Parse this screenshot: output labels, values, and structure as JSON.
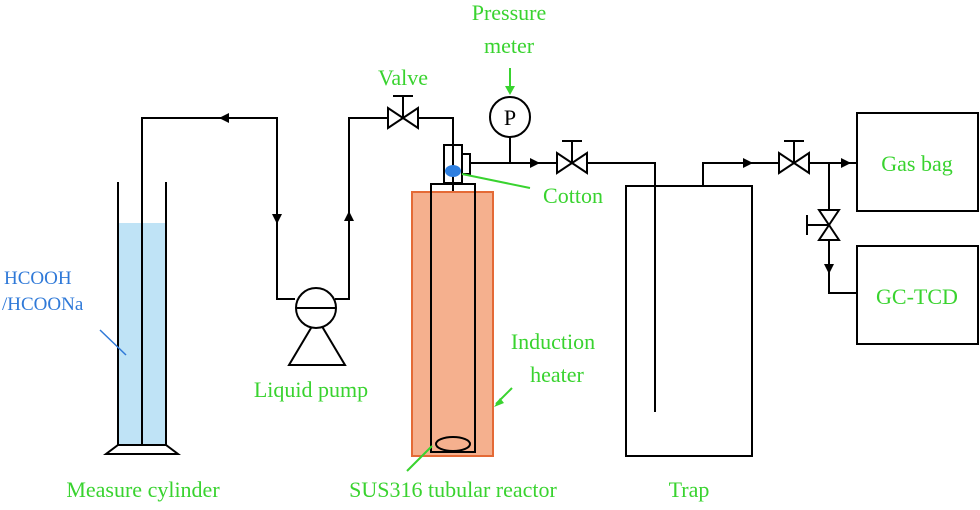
{
  "labels": {
    "pressure_meter_line1": "Pressure",
    "pressure_meter_line2": "meter",
    "valve": "Valve",
    "pressure_symbol": "P",
    "cotton": "Cotton",
    "gas_bag": "Gas bag",
    "gc_tcd": "GC-TCD",
    "solution_line1": "HCOOH",
    "solution_line2": "/HCOONa",
    "liquid_pump": "Liquid pump",
    "induction_heater_line1": "Induction",
    "induction_heater_line2": "heater",
    "measure_cylinder": "Measure cylinder",
    "reactor": "SUS316 tubular reactor",
    "trap": "Trap"
  },
  "colors": {
    "label_green": "#39d32f",
    "label_blue": "#2f79d8",
    "liquid_fill": "#bfe3f6",
    "heater_fill": "#f5b08e",
    "heater_stroke": "#e46a36",
    "cotton_fill": "#2e7fe0",
    "line": "#000000"
  }
}
